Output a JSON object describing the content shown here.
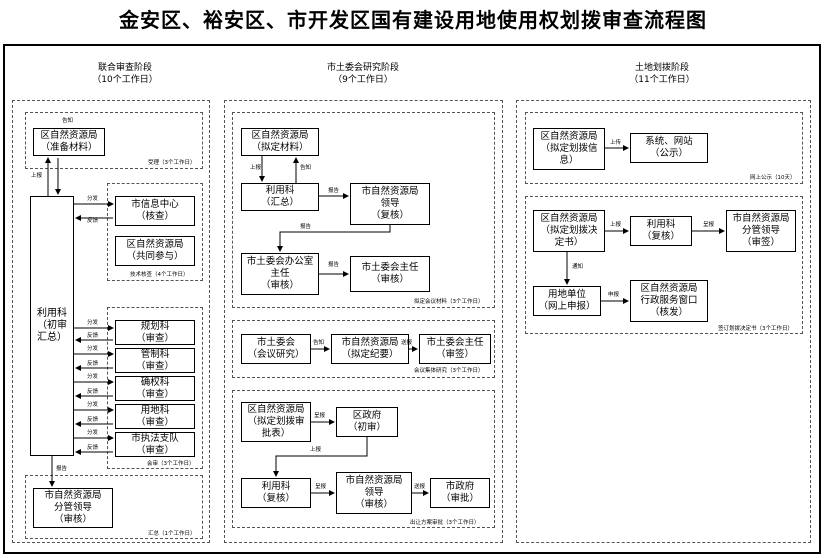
{
  "title": "金安区、裕安区、市开发区国有建设用地使用权划拨审查流程图",
  "columns": [
    {
      "name": "联合审查阶段",
      "duration": "（10个工作日）"
    },
    {
      "name": "市土委会研究阶段",
      "duration": "（9个工作日）"
    },
    {
      "name": "土地划拨阶段",
      "duration": "（11个工作日）"
    }
  ],
  "col1": {
    "prep": "区自然资源局\n（准备材料）",
    "prep_note": "受理（3个工作日）",
    "main": "利用科\n（初审\n汇总）",
    "info_center": "市信息中心\n（核查）",
    "district_bureau": "区自然资源局\n（共同参与）",
    "tech_note": "技术核查（4个工作日）",
    "depts": [
      "规划科\n（审查）",
      "管制科\n（审查）",
      "确权科\n（审查）",
      "用地科\n（审查）",
      "市执法支队\n（审查）"
    ],
    "dept_note": "会审（3个工作日）",
    "leader": "市自然资源局\n分管领导\n（审核）",
    "leader_note": "汇总（1个工作日）",
    "labels": {
      "upreport": "上报",
      "inform": "告知",
      "distribute": "分发",
      "feedback": "反馈",
      "report": "报告"
    }
  },
  "col2": {
    "bureau": "区自然资源局\n（拟定材料）",
    "use_dept": "利用科\n（汇总）",
    "leader": "市自然资源局\n领导\n（复核）",
    "office": "市土委会办公室\n主任\n（审核）",
    "director": "市土委会主任\n（审核）",
    "sec1_note": "拟定会议材料（3个工作日）",
    "committee": "市土委会\n（会议研究）",
    "bureau_minutes": "市自然资源局\n（拟定纪要）",
    "director_sign": "市土委会主任\n（审签）",
    "sec2_note": "会议集体研究（3个工作日）",
    "district_bureau": "区自然资源局\n（拟定划拨审\n批表）",
    "district_gov": "区政府\n（初审）",
    "use_review": "利用科\n（复核）",
    "leader_review": "市自然资源局\n领导\n（审核）",
    "city_gov": "市政府\n（审批）",
    "sec3_note": "出让方案审批（3个工作日）",
    "labels": {
      "upreport": "上报",
      "inform": "告知",
      "report": "报告",
      "submit": "呈报",
      "send": "送报"
    }
  },
  "col3": {
    "bureau_info": "区自然资源局\n（拟定划拨信\n息）",
    "system": "系统、网站\n（公示）",
    "pub_note": "网上公示（10天）",
    "bureau_decision": "区自然资源局\n（拟定划拨决\n定书）",
    "use_review": "利用科\n（复核）",
    "leader_sign": "市自然资源局\n分管领导\n（审签）",
    "land_unit": "用地单位\n（网上申报）",
    "service_window": "区自然资源局\n行政服务窗口\n（核发）",
    "issue_note": "签订划拨决定书（3个工作日）",
    "labels": {
      "upload": "上传",
      "upreport": "上报",
      "submit": "呈报",
      "notify": "通知",
      "apply": "申报"
    }
  }
}
